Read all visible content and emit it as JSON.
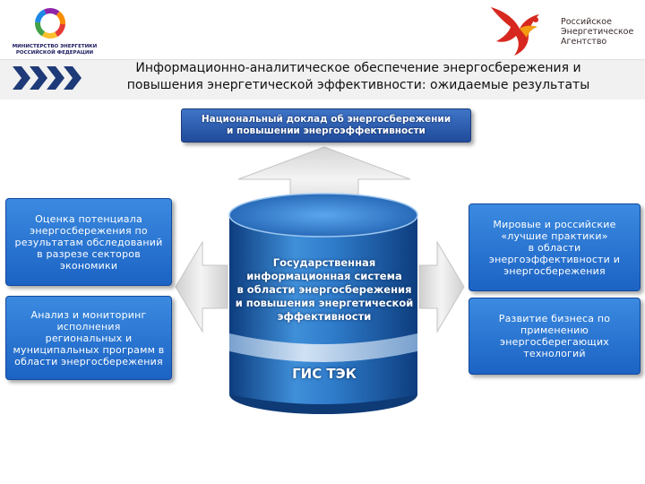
{
  "header": {
    "left_logo_caption": [
      "МИНИСТЕРСТВО ЭНЕРГЕТИКИ",
      "РОССИЙСКОЙ ФЕДЕРАЦИИ"
    ],
    "right_logo_caption": [
      "Российское",
      "Энергетическое",
      "Агентство"
    ],
    "title_lines": [
      "Информационно-аналитическое обеспечение энергосбережения и",
      "повышения энергетической эффективности: ожидаемые результаты"
    ]
  },
  "report_box": {
    "lines": [
      "Национальный доклад об энергосбережении",
      "и повышении энергоэффективности"
    ]
  },
  "left_boxes": [
    {
      "lines": [
        "Оценка потенциала",
        "энергосбережения по",
        "результатам обследований",
        "в разрезе секторов",
        "экономики"
      ]
    },
    {
      "lines": [
        "Анализ и мониторинг",
        "исполнения",
        "региональных и",
        "муниципальных программ в",
        "области энергосбережения"
      ]
    }
  ],
  "right_boxes": [
    {
      "lines": [
        "Мировые и российские",
        "«лучшие практики»",
        "в области",
        "энергоэффективности и",
        "энергосбережения"
      ]
    },
    {
      "lines": [
        "Развитие бизнеса по",
        "применению",
        "энергосберегающих",
        "технологий"
      ]
    }
  ],
  "cylinder": {
    "main_lines": [
      "Государственная",
      "информационная система",
      "в области энергосбережения",
      "и повышения энергетической",
      "эффективности"
    ],
    "label": "ГИС ТЭК"
  },
  "colors": {
    "box_blue": "#2a74d4",
    "report_blue": "#2f5fae",
    "cylinder_blue": "#2a6fc0",
    "arrow_gray": "#d9d9d9",
    "title_band": "#f1f1f1"
  }
}
